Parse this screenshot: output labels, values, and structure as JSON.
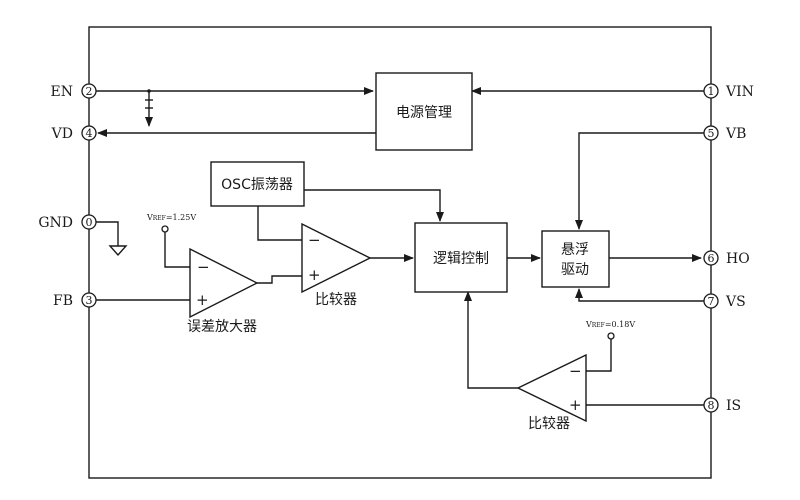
{
  "pins": {
    "en": {
      "number": "2",
      "name": "EN"
    },
    "vd": {
      "number": "4",
      "name": "VD"
    },
    "gnd": {
      "number": "0",
      "name": "GND"
    },
    "fb": {
      "number": "3",
      "name": "FB"
    },
    "vin": {
      "number": "1",
      "name": "VIN"
    },
    "vb": {
      "number": "5",
      "name": "VB"
    },
    "ho": {
      "number": "6",
      "name": "HO"
    },
    "vs": {
      "number": "7",
      "name": "VS"
    },
    "is": {
      "number": "8",
      "name": "IS"
    }
  },
  "blocks": {
    "power_mgmt": "电源管理",
    "osc": "OSC振荡器",
    "logic": "逻辑控制",
    "float_drive_line1": "悬浮",
    "float_drive_line2": "驱动"
  },
  "amps": {
    "error_amp": {
      "label": "误差放大器",
      "vref_prefix": "V",
      "vref_sub": "REF",
      "vref_value": "=1.25V",
      "minus": "−",
      "plus": "+"
    },
    "comparator_1": {
      "label": "比较器",
      "minus": "−",
      "plus": "+"
    },
    "comparator_2": {
      "label": "比较器",
      "vref_prefix": "V",
      "vref_sub": "REF",
      "vref_value": "=0.18V",
      "minus": "−",
      "plus": "+"
    }
  }
}
